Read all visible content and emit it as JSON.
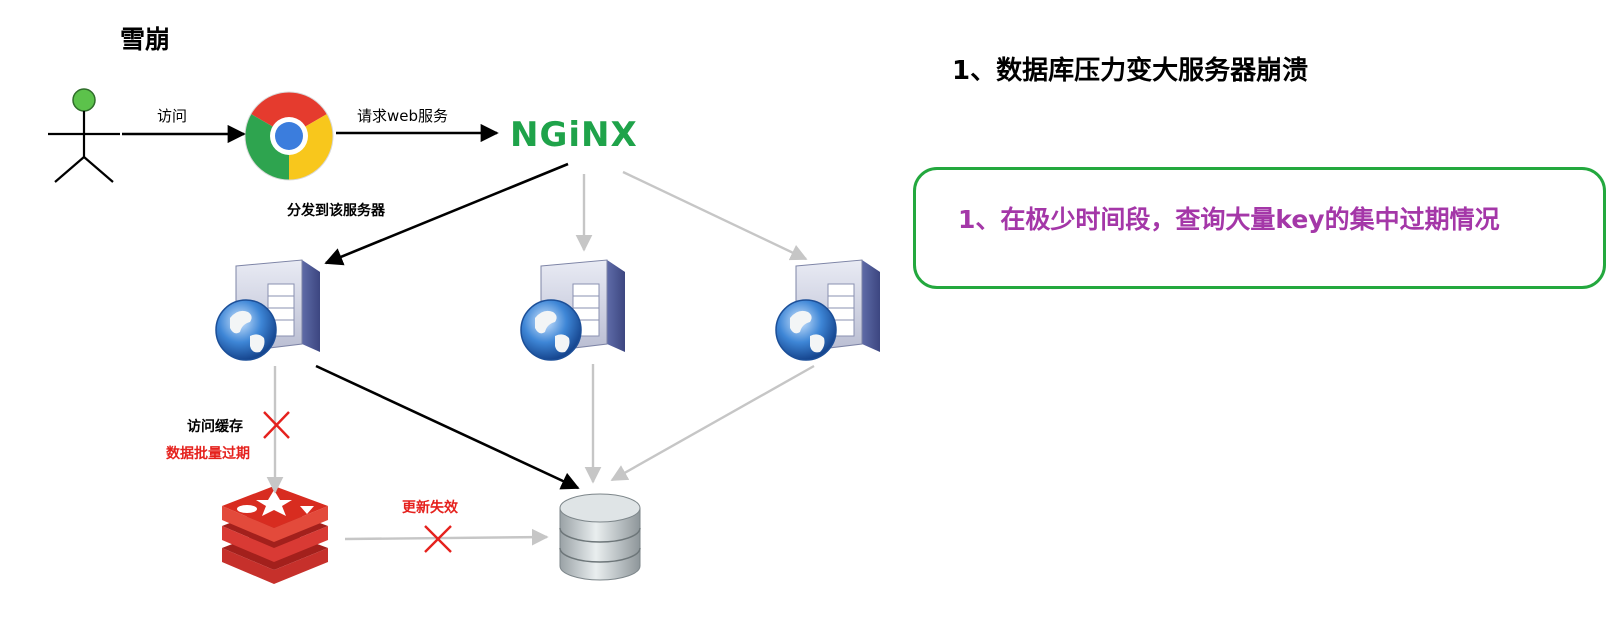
{
  "title": "雪崩",
  "edge_labels": {
    "visit": "访问",
    "request_web": "请求web服务",
    "dispatch": "分发到该服务器",
    "cache_access": "访问缓存",
    "batch_expire": "数据批量过期",
    "update_fail": "更新失效"
  },
  "nginx_label": "NGiNX",
  "conclusion": "1、数据库压力变大服务器崩溃",
  "callout": {
    "text": "1、在极少时间段，查询大量key的集中过期情况",
    "border_color": "#23a83e",
    "text_color": "#a437a8"
  },
  "colors": {
    "warning_text": "#e5211d",
    "cross": "#e5211d",
    "active_arrow": "#000000",
    "inactive_arrow": "#c6c6c6"
  },
  "icons": {
    "user": "stick-figure-icon",
    "browser": "chrome-icon",
    "proxy": "nginx-logo",
    "servers": [
      "server-globe-icon",
      "server-globe-icon",
      "server-globe-icon"
    ],
    "cache": "redis-icon",
    "database": "database-icon"
  }
}
